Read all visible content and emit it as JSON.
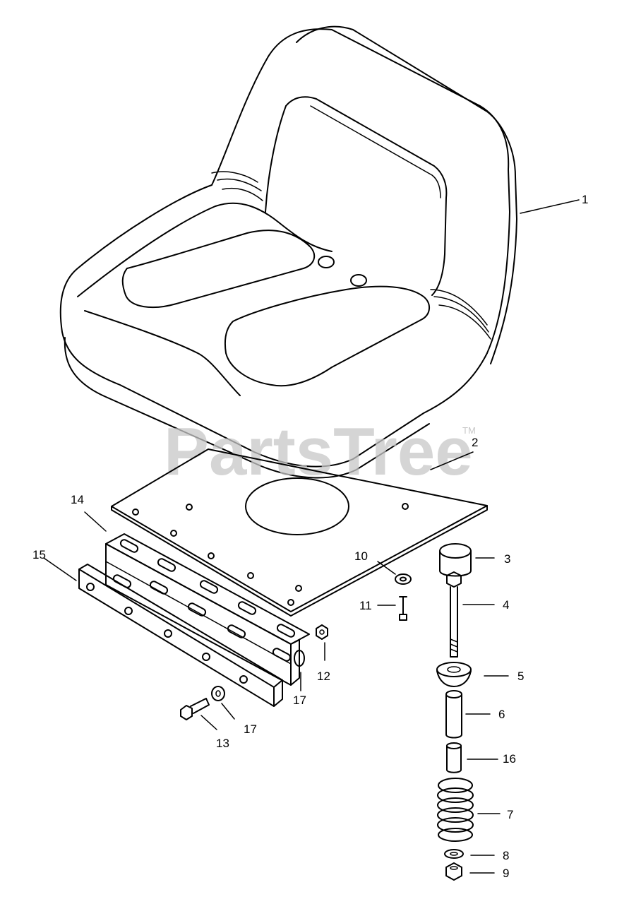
{
  "watermark": {
    "text": "PartsTree",
    "trademark": "TM"
  },
  "callouts": {
    "c1": "1",
    "c2": "2",
    "c3": "3",
    "c4": "4",
    "c5": "5",
    "c6": "6",
    "c7": "7",
    "c8": "8",
    "c9": "9",
    "c10": "10",
    "c11": "11",
    "c12": "12",
    "c13": "13",
    "c14": "14",
    "c15": "15",
    "c16": "16",
    "c17a": "17",
    "c17b": "17"
  }
}
